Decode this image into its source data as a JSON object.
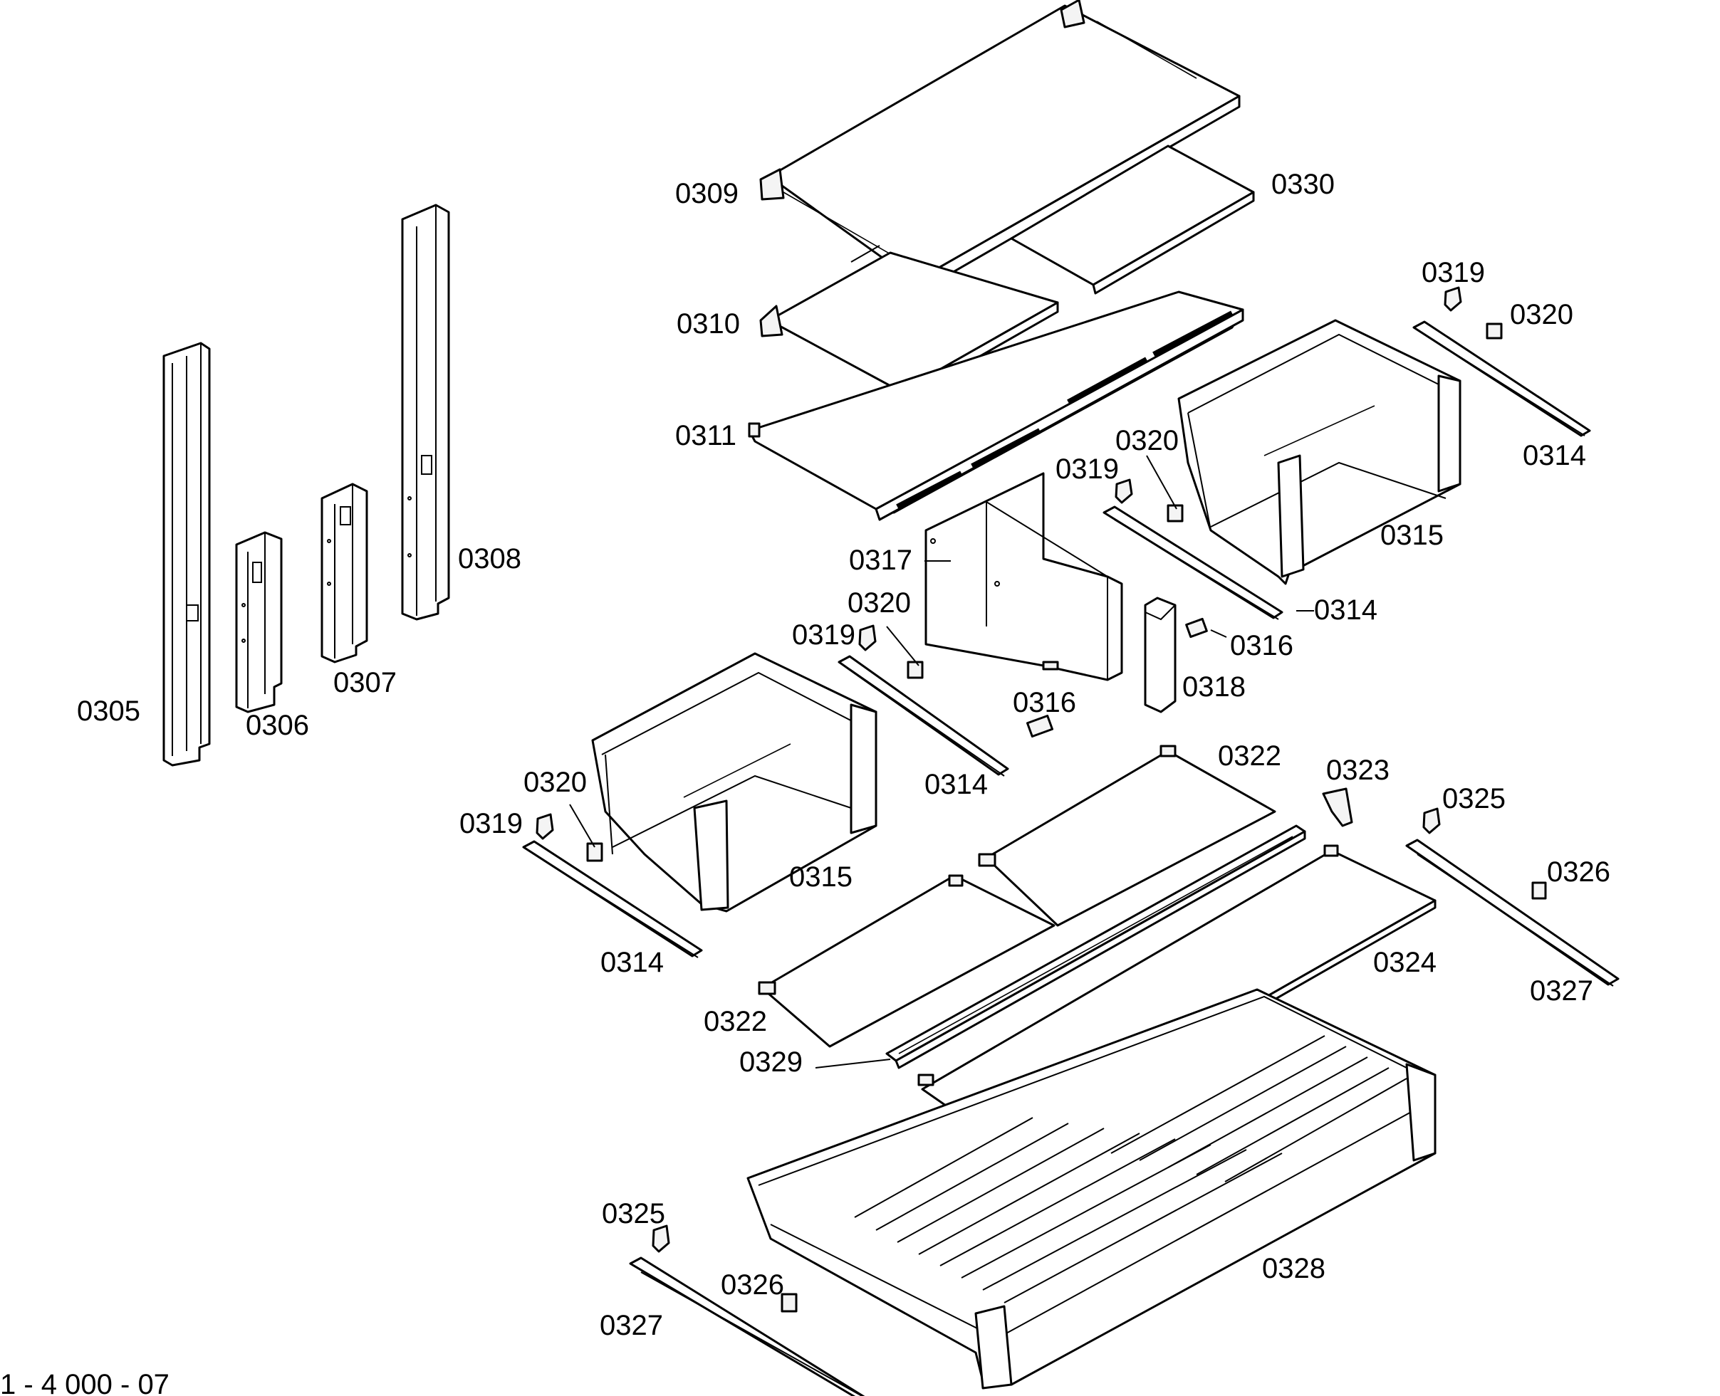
{
  "diagram": {
    "labels": {
      "p0305": "0305",
      "p0306": "0306",
      "p0307": "0307",
      "p0308": "0308",
      "p0309": "0309",
      "p0310": "0310",
      "p0311": "0311",
      "p0330": "0330",
      "p0319a": "0319",
      "p0320a": "0320",
      "p0314a": "0314",
      "p0315a": "0315",
      "p0320b": "0320",
      "p0319b": "0319",
      "p0317": "0317",
      "p0320c": "0320",
      "p0319c": "0319",
      "p0314b": "0314",
      "p0316a": "0316",
      "p0316b": "0316",
      "p0318": "0318",
      "p0314c": "0314",
      "p0320d": "0320",
      "p0319d": "0319",
      "p0315b": "0315",
      "p0314d": "0314",
      "p0322a": "0322",
      "p0323": "0323",
      "p0325a": "0325",
      "p0326a": "0326",
      "p0324": "0324",
      "p0327a": "0327",
      "p0322b": "0322",
      "p0329": "0329",
      "p0328": "0328",
      "p0325b": "0325",
      "p0326b": "0326",
      "p0327b": "0327"
    },
    "footer_text": "1 - 4 000 - 07"
  }
}
